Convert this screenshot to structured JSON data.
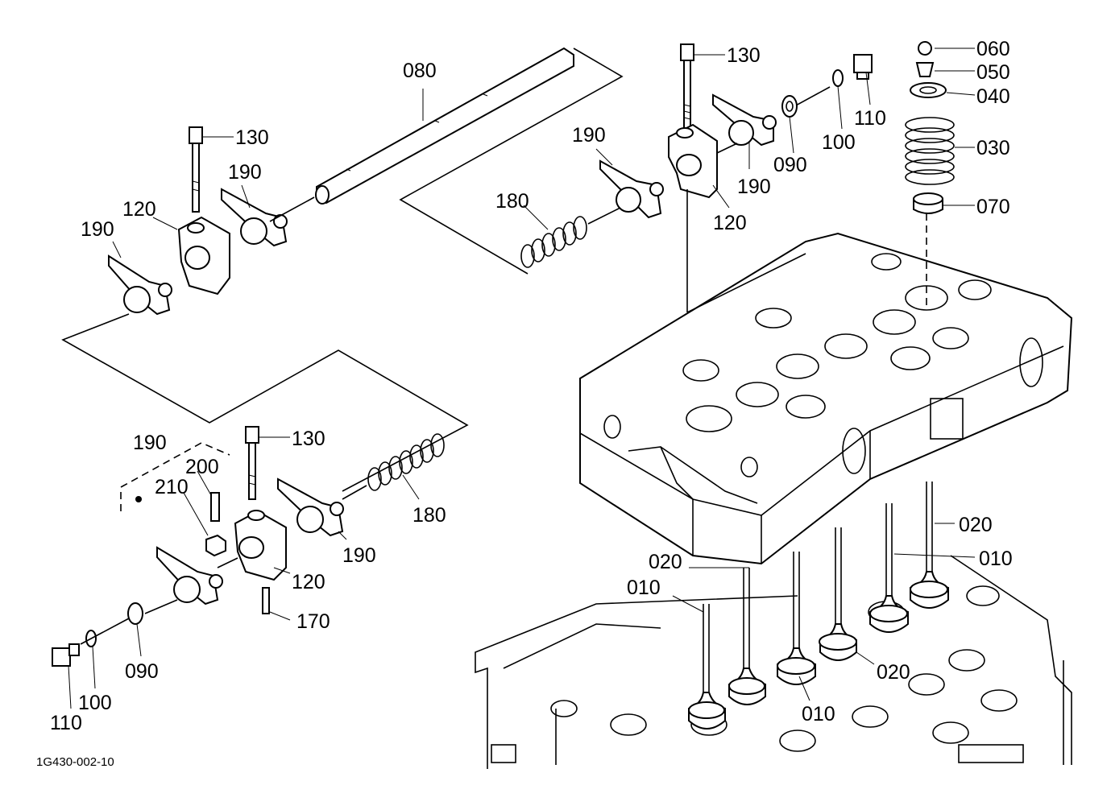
{
  "diagram_code": "1G430-002-10",
  "labels": {
    "l060": "060",
    "l050": "050",
    "l040": "040",
    "l030": "030",
    "l070": "070",
    "l130a": "130",
    "l130b": "130",
    "l130c": "130",
    "l110a": "110",
    "l110b": "110",
    "l100a": "100",
    "l100b": "100",
    "l090a": "090",
    "l090b": "090",
    "l080": "080",
    "l190a": "190",
    "l190b": "190",
    "l190c": "190",
    "l190d": "190",
    "l190e": "190",
    "l190f": "190",
    "l120a": "120",
    "l120b": "120",
    "l120c": "120",
    "l180a": "180",
    "l180b": "180",
    "l200": "200",
    "l210": "210",
    "l170": "170",
    "l020a": "020",
    "l020b": "020",
    "l020c": "020",
    "l010a": "010",
    "l010b": "010",
    "l010c": "010"
  }
}
